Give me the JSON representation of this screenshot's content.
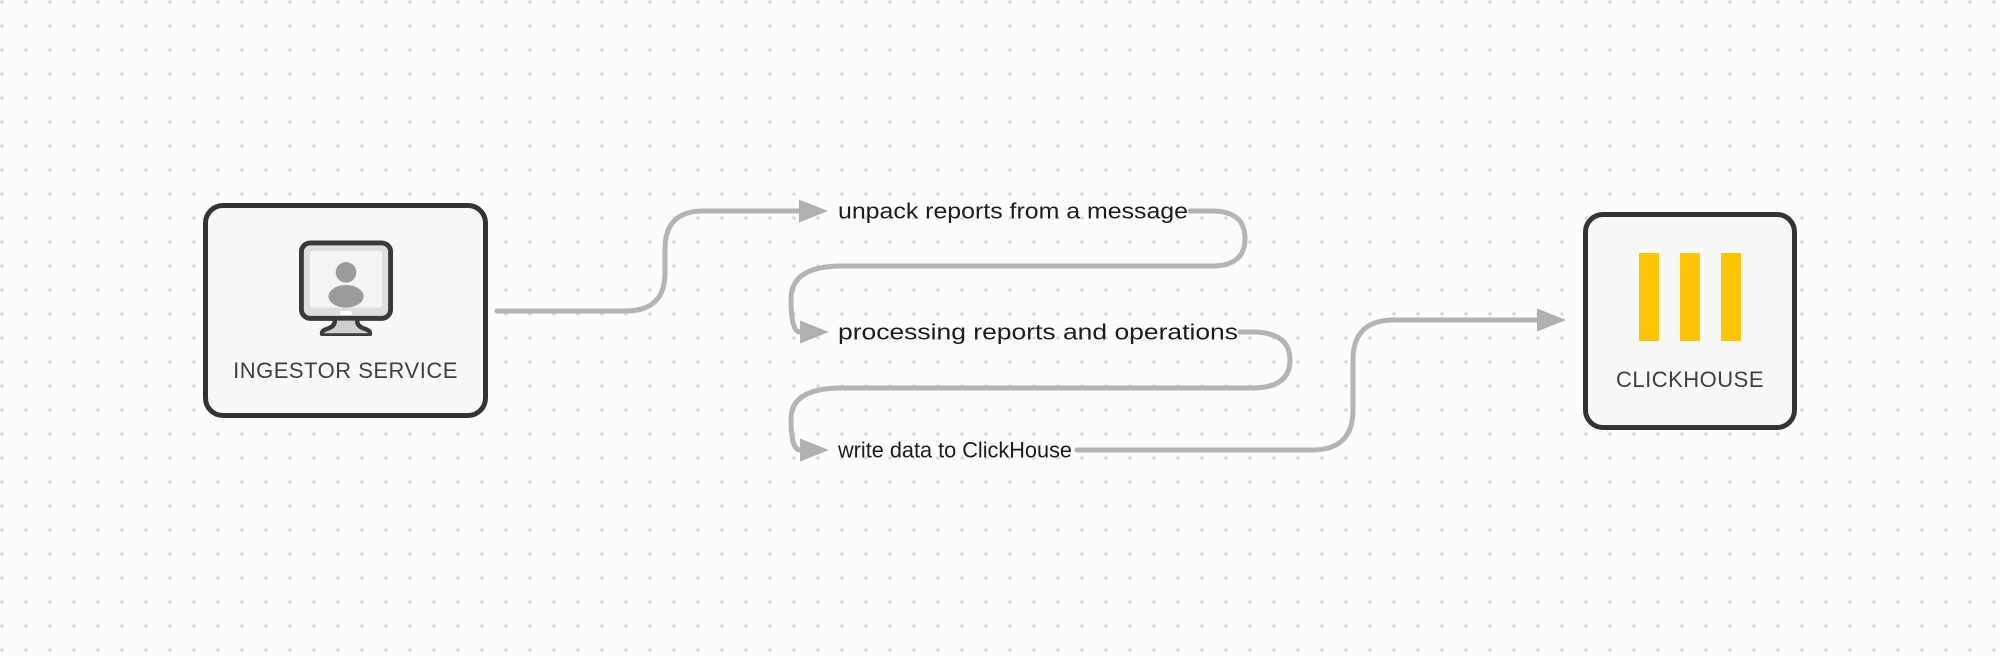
{
  "nodes": {
    "ingestor": {
      "label": "INGESTOR SERVICE",
      "icon": "monitor-user-icon"
    },
    "clickhouse": {
      "label": "CLICKHOUSE",
      "icon": "clickhouse-bars-icon"
    }
  },
  "steps": [
    {
      "label": "unpack reports from a message"
    },
    {
      "label": "processing reports and operations"
    },
    {
      "label": "write data to ClickHouse"
    }
  ],
  "colors": {
    "background": "#fcfcfc",
    "grid_dot": "#d9d9d9",
    "connector": "#b4b4b4",
    "node_border": "#333333",
    "node_fill": "#f8f8f7",
    "step_text": "#1c1c1c",
    "node_label_text": "#3f3f3f",
    "clickhouse_yellow": "#fdc408",
    "monitor_silhouette": "#9b9b9b"
  }
}
